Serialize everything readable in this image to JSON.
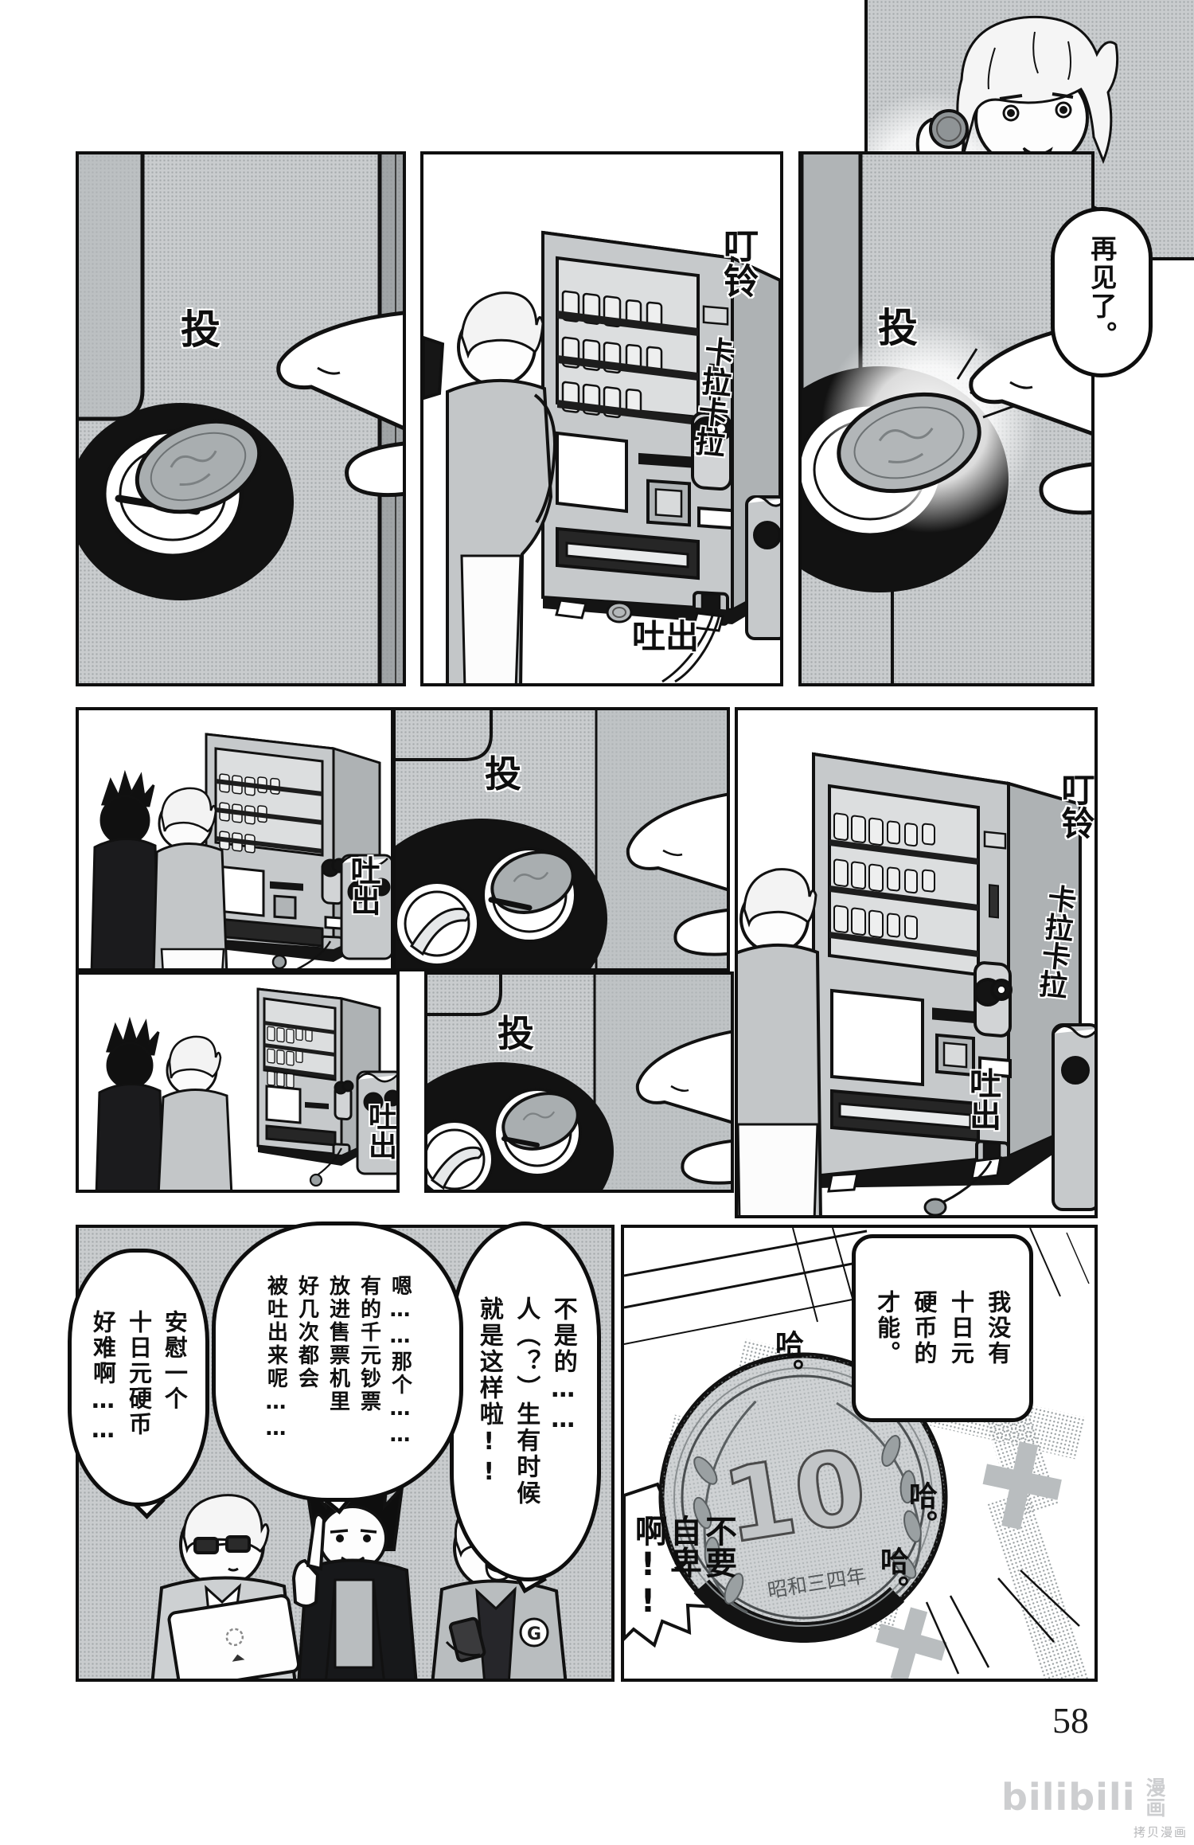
{
  "page": {
    "number": "58",
    "watermark_logo": "bilibili",
    "watermark_logo_suffix": "漫画",
    "watermark_copy": "拷贝漫画"
  },
  "panels": {
    "top_right_character": {
      "bubble": "再见了。"
    },
    "row1_coin_slot": {
      "sfx_throw": "投"
    },
    "row1_vending": {
      "sfx_ding": "叮铃",
      "sfx_kara": "卡拉卡拉",
      "sfx_eject": "吐出"
    },
    "row1_coin_closeup": {
      "sfx_throw": "投"
    },
    "row2_pair": {
      "sfx_eject": "吐出"
    },
    "row2_slot_finger": {
      "sfx_throw": "投"
    },
    "row2_vending_large": {
      "sfx_ding": "叮铃",
      "sfx_kara": "卡拉卡拉",
      "sfx_eject": "吐出"
    },
    "row3_pair": {
      "sfx_eject": "吐出"
    },
    "row3_slot_finger": {
      "sfx_throw": "投"
    },
    "bottom_left": {
      "bubble_right": "不是的……\n人（？）生有时候\n就是这样啦!!",
      "bubble_middle": "嗯……那个……\n有的千元钞票\n放进售票机里\n好几次都会\n被吐出来呢……",
      "bubble_left": "安慰一个\n十日元硬币\n好难啊……",
      "emblem": "G"
    },
    "bottom_right": {
      "bubble": "我没有\n十日元\n硬币的\n才能。",
      "laugh1": "哈。",
      "laugh2": "哈。",
      "laugh3": "哈。",
      "shout": "不要\n自卑啊!!",
      "coin_value": "10",
      "coin_text": "昭和三四年"
    }
  }
}
